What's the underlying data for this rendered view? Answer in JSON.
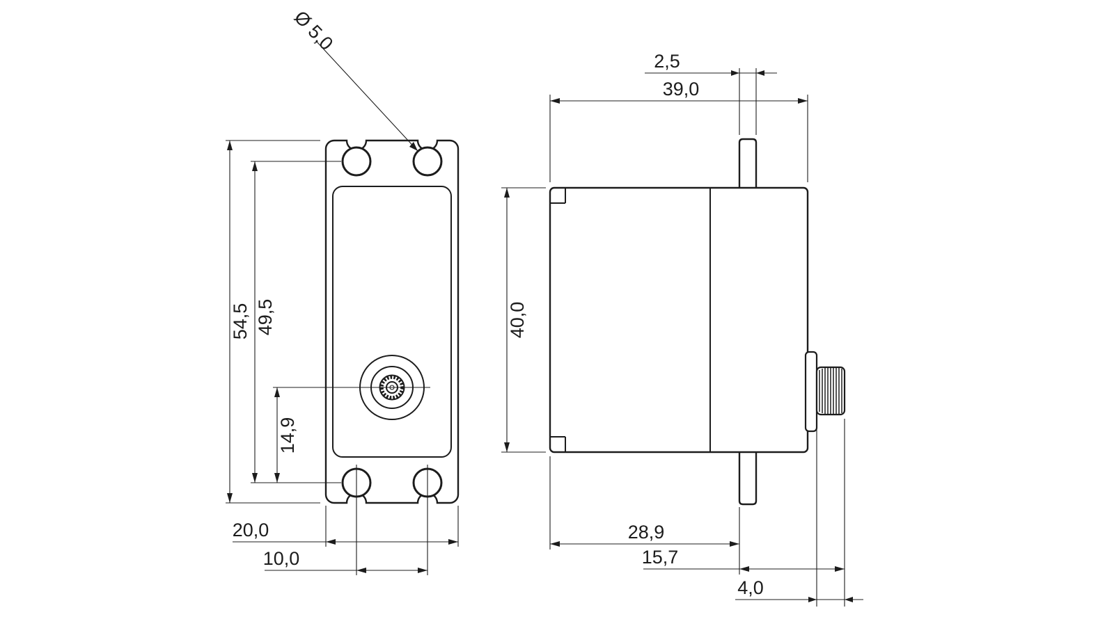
{
  "colors": {
    "line": "#1c1c1c",
    "background": "#ffffff"
  },
  "drawing": {
    "front_view": {
      "dims": {
        "hole_diameter": "Ø 5,0",
        "overall_height": "54,5",
        "hole_spacing_vertical": "49,5",
        "shaft_to_hole": "14,9",
        "body_width": "20,0",
        "hole_spacing_horizontal": "10,0"
      }
    },
    "side_view": {
      "dims": {
        "tab_thickness": "2,5",
        "body_length": "39,0",
        "body_height": "40,0",
        "left_to_tab": "28,9",
        "tab_to_knob": "15,7",
        "knob_protrusion": "4,0"
      }
    }
  }
}
